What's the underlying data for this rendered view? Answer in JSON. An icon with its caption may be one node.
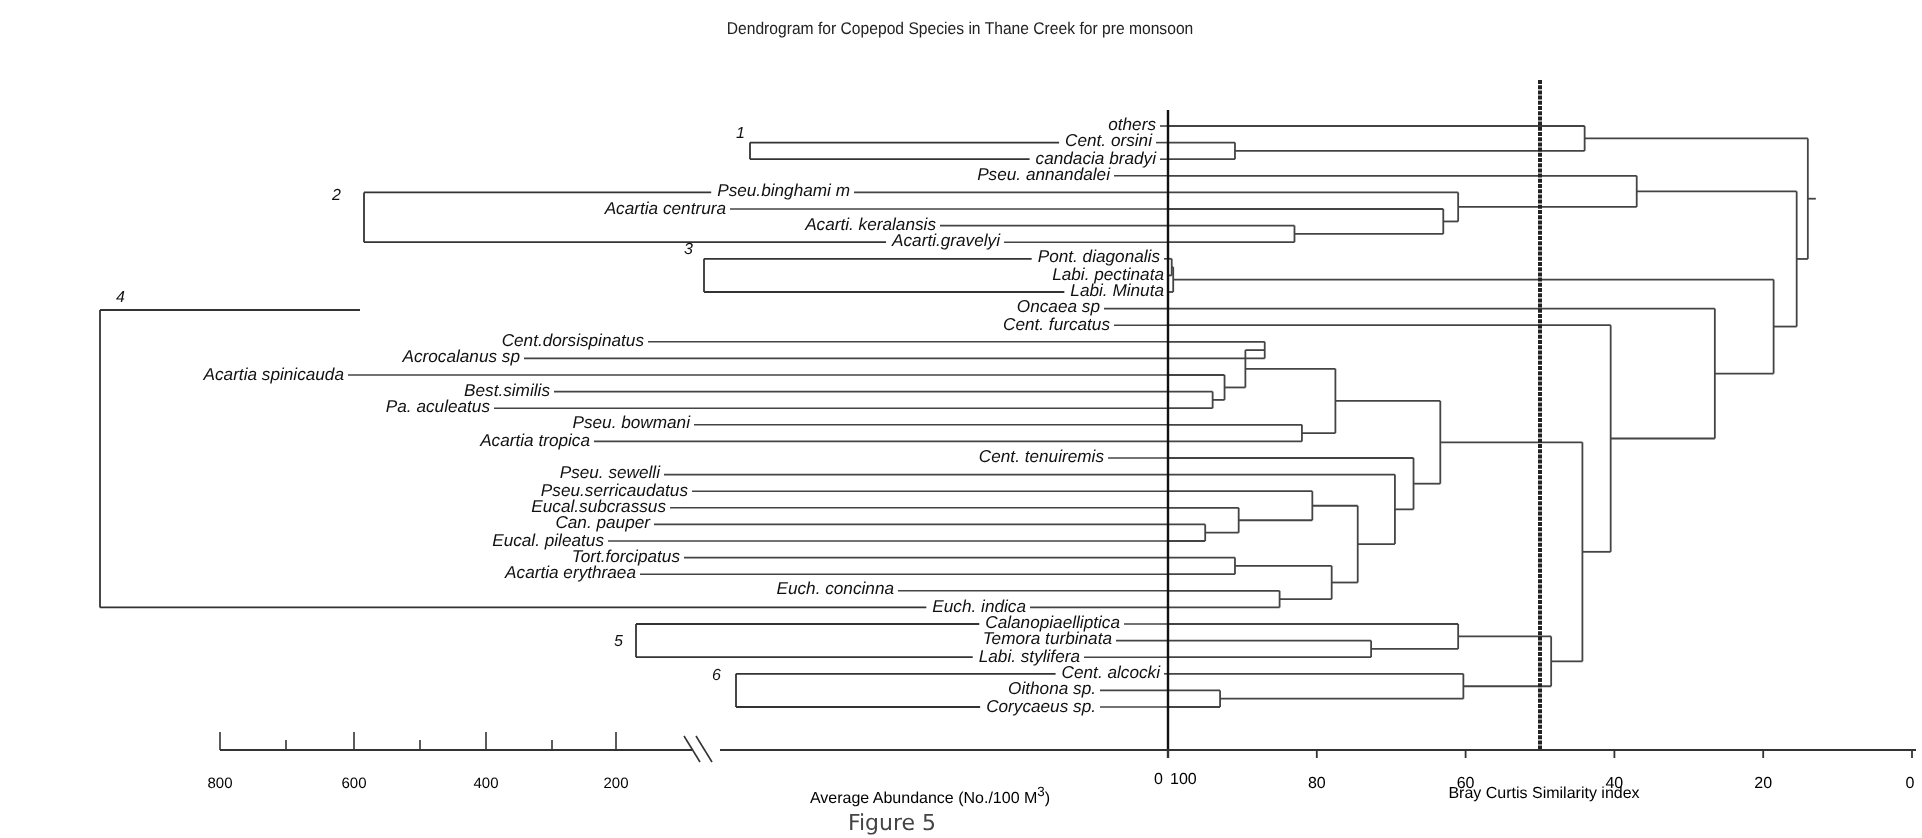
{
  "diagram": {
    "title": "Dendrogram for Copepod Species in Thane Creek for pre monsoon",
    "caption": "Figure 5",
    "labels": [
      "others",
      "Cent. orsini",
      "candacia bradyi",
      "Pseu. annandalei",
      "Pseu.binghami m",
      "Acartia centrura",
      "Acarti. keralansis",
      "Acarti.gravelyi",
      "Pont. diagonalis",
      "Labi. pectinata",
      "Labi. Minuta",
      "Oncaea sp",
      "Cent. furcatus",
      "Cent.dorsispinatus",
      "Acrocalanus  sp",
      "Acartia spinicauda",
      "Best.similis",
      "Pa. aculeatus",
      "Pseu. bowmani",
      "Acartia tropica",
      "Cent. tenuiremis",
      "Pseu. sewelli",
      "Pseu.serricaudatus",
      "Eucal.subcrassus",
      "Can. pauper",
      "Eucal. pileatus",
      "Tort.forcipatus",
      "Acartia erythraea",
      "Euch. concinna",
      "Euch. indica",
      "Calanopiaelliptica",
      "Temora turbinata",
      "Labi. stylifera",
      "Cent. alcocki",
      "Oithona  sp.",
      "Corycaeus  sp.",
      "1",
      "2",
      "3",
      "4",
      "5",
      "6",
      "800",
      "600",
      "400",
      "200",
      "0",
      "100",
      "80",
      "60",
      "40",
      "20",
      "0",
      "Average Abundance (No./100 M$^{3}$)",
      "Bray Curtis Similarity index"
    ]
  }
}
